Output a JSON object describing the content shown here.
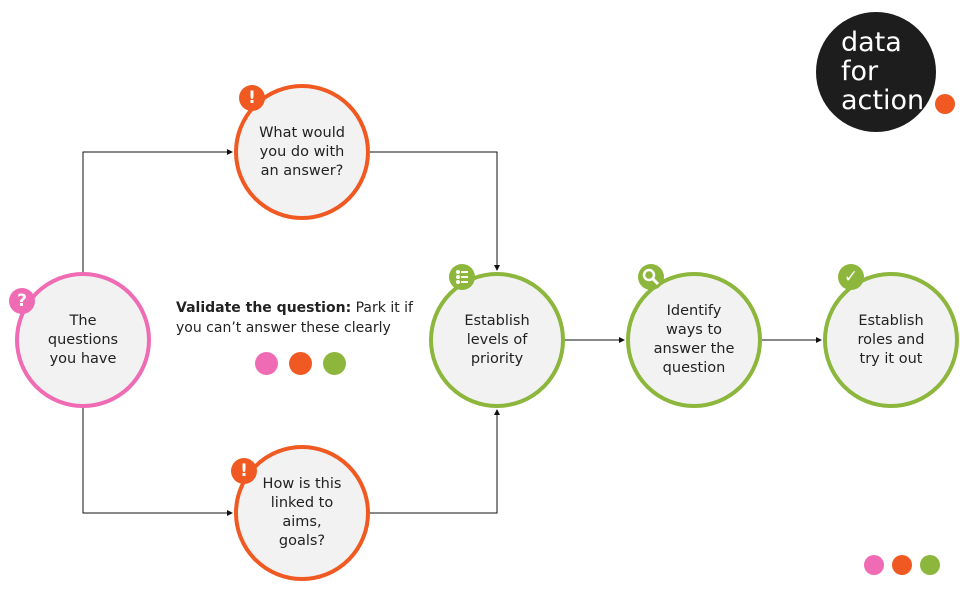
{
  "nodes": {
    "questions": "The questions you have",
    "what_would_you_do": "What would you do with an answer?",
    "how_linked": "How is this linked to aims, goals?",
    "priority": "Establish levels of priority",
    "identify_ways": "Identify ways to answer the question",
    "roles": "Establish roles and try it out"
  },
  "note": {
    "bold": "Validate the question:",
    "text": " Park it if you can’t answer these clearly"
  },
  "icons": {
    "question": "?",
    "exclamation": "!",
    "check": "✓"
  },
  "logo": {
    "line1": "data",
    "line2": "for",
    "line3": "action"
  },
  "colors": {
    "pink": "#ef6bb4",
    "orange": "#f05a22",
    "green": "#8cb63c",
    "node_fill": "#f2f2f2"
  }
}
